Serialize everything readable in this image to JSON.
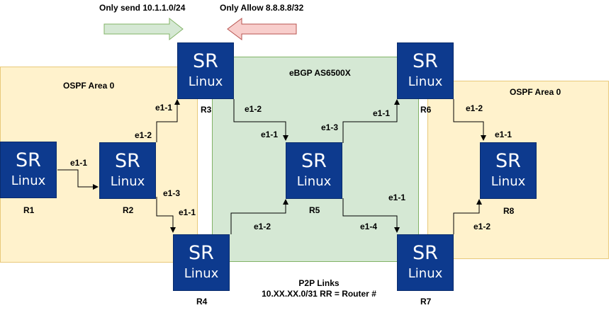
{
  "banner": {
    "send": "Only send 10.1.1.0/24",
    "allow": "Only Allow 8.8.8.8/32",
    "send_color": "#d5e8d4",
    "allow_color": "#f8cecc"
  },
  "areas": {
    "left": "OSPF Area 0",
    "center": "eBGP AS6500X",
    "right": "OSPF Area 0"
  },
  "router": {
    "line1": "SR",
    "line2": "Linux"
  },
  "routers": {
    "r1": "R1",
    "r2": "R2",
    "r3": "R3",
    "r4": "R4",
    "r5": "R5",
    "r6": "R6",
    "r7": "R7",
    "r8": "R8"
  },
  "interfaces": {
    "r1_r2_src": "e1-1",
    "r2_r3_src": "e1-2",
    "r2_r3_dst": "e1-1",
    "r2_r4_src": "e1-3",
    "r2_r4_dst": "e1-1",
    "r3_r5_src": "e1-2",
    "r3_r5_dst": "e1-1",
    "r5_r6_src": "e1-3",
    "r5_r6_dst": "e1-1",
    "r4_r5": "e1-2",
    "r5_r7_src": "e1-4",
    "r5_r7_dst": "e1-1",
    "r6_r8_src": "e1-2",
    "r6_r8_dst": "e1-1",
    "r7_r8": "e1-2"
  },
  "footer": {
    "title": "P2P Links",
    "subnet": "10.XX.XX.0/31 RR = Router #"
  },
  "colors": {
    "router_fill": "#0d3a8e",
    "ospf_area": "#fff2cc",
    "bgp_area": "#d5e8d4"
  }
}
